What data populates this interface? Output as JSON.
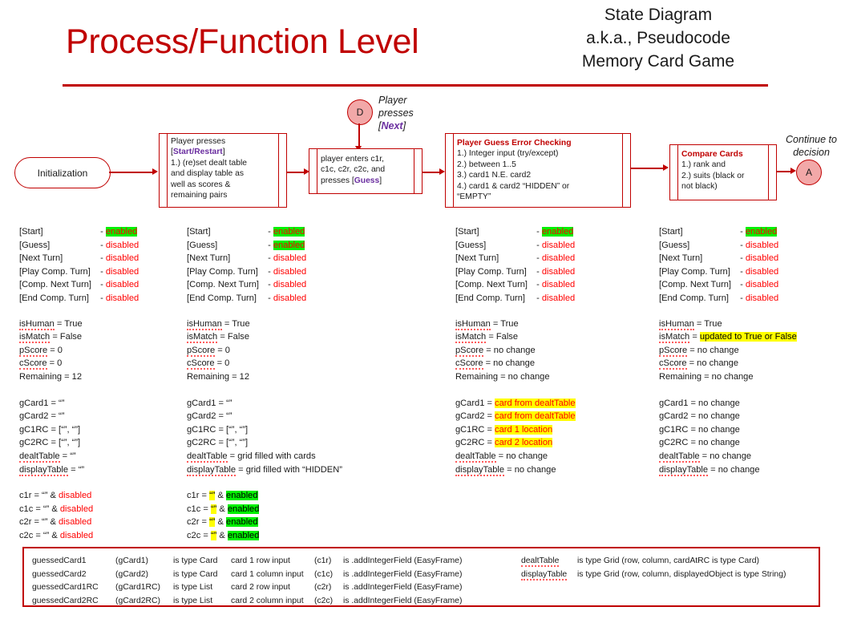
{
  "header": {
    "title": "Process/Function Level",
    "subtitle_lines": [
      "State Diagram",
      "a.k.a., Pseudocode",
      "Memory Card Game"
    ]
  },
  "colors": {
    "accent_red": "#C00000",
    "state_red": "#FF0000",
    "highlight_green": "#00F000",
    "highlight_yellow": "#FFFF00",
    "keyword_purple": "#6B2FA0",
    "connector_fill": "#F2A8A8"
  },
  "flow": {
    "start_terminator": {
      "label": "Initialization"
    },
    "connector_d": {
      "label": "D"
    },
    "connector_a": {
      "label": "A"
    },
    "note_d": {
      "line1": "Player",
      "line2": "presses",
      "line3_bracket_open": "[",
      "line3_key": "Next",
      "line3_bracket_close": "]"
    },
    "note_a": {
      "line1": "Continue to",
      "line2": "decision"
    },
    "boxes": [
      {
        "name": "start-restart-process",
        "lines": [
          {
            "text": "Player presses"
          },
          {
            "prefix": "[",
            "key": "Start/Restart",
            "suffix": "]"
          },
          {
            "text": "1.) (re)set dealt table"
          },
          {
            "text": "and display table as"
          },
          {
            "text": "well as scores &"
          },
          {
            "text": "remaining pairs"
          }
        ]
      },
      {
        "name": "player-input-process",
        "lines": [
          {
            "text": "player enters c1r,"
          },
          {
            "text": "c1c, c2r, c2c, and"
          },
          {
            "prefix": "presses [",
            "key": "Guess",
            "suffix": "]"
          }
        ]
      },
      {
        "name": "error-checking-process",
        "heading": "Player Guess Error Checking",
        "lines": [
          {
            "text": "1.) Integer input (try/except)"
          },
          {
            "text": "2.) between 1..5"
          },
          {
            "text": "3.) card1 N.E. card2"
          },
          {
            "text": "4.) card1 & card2 “HIDDEN” or"
          },
          {
            "text": "“EMPTY”"
          }
        ]
      },
      {
        "name": "compare-cards-process",
        "heading": "Compare Cards",
        "lines": [
          {
            "text": "1.) rank and"
          },
          {
            "text": "2.) suits (black or"
          },
          {
            "text": "not black)"
          }
        ]
      }
    ]
  },
  "state_columns": [
    {
      "name": "state-column-initialization",
      "buttons": [
        {
          "label": "[Start]",
          "sep": "-",
          "value": "enabled",
          "style": "green"
        },
        {
          "label": "[Guess]",
          "sep": "-",
          "value": "disabled",
          "style": "red"
        },
        {
          "label": "[Next Turn]",
          "sep": "-",
          "value": "disabled",
          "style": "red"
        },
        {
          "label": "[Play Comp. Turn]",
          "sep": "-",
          "value": "disabled",
          "style": "red"
        },
        {
          "label": "[Comp. Next Turn]",
          "sep": "-",
          "value": "disabled",
          "style": "red"
        },
        {
          "label": "[End Comp. Turn]",
          "sep": "-",
          "value": "disabled",
          "style": "red"
        }
      ],
      "vars": [
        {
          "name": "isHuman",
          "squiggle": true,
          "value": "= True"
        },
        {
          "name": "isMatch",
          "squiggle": true,
          "value": "= False"
        },
        {
          "name": "pScore",
          "squiggle": true,
          "value": "= 0"
        },
        {
          "name": "cScore",
          "squiggle": true,
          "value": "= 0"
        },
        {
          "name": "Remaining",
          "squiggle": false,
          "value": "= 12"
        }
      ],
      "cards": [
        {
          "name": "gCard1",
          "squiggle": false,
          "value": "= “”"
        },
        {
          "name": "gCard2",
          "squiggle": false,
          "value": "= “”"
        },
        {
          "name": "gC1RC",
          "squiggle": false,
          "value": "= [“”, “”]"
        },
        {
          "name": "gC2RC",
          "squiggle": false,
          "value": "= [“”, “”]"
        },
        {
          "name": "dealtTable",
          "squiggle": true,
          "value": "= “”"
        },
        {
          "name": "displayTable",
          "squiggle": true,
          "value": "= “”"
        }
      ],
      "fields": [
        {
          "name": "c1r",
          "eq": "= “” &",
          "value": "disabled",
          "style": "red"
        },
        {
          "name": "c1c",
          "eq": "= “” &",
          "value": "disabled",
          "style": "red"
        },
        {
          "name": "c2r",
          "eq": "= “” &",
          "value": "disabled",
          "style": "red"
        },
        {
          "name": "c2c",
          "eq": "= “” &",
          "value": "disabled",
          "style": "red"
        }
      ]
    },
    {
      "name": "state-column-after-start",
      "buttons": [
        {
          "label": "[Start]",
          "sep": "-",
          "value": "enabled",
          "style": "green"
        },
        {
          "label": "[Guess]",
          "sep": "-",
          "value": "enabled",
          "style": "green"
        },
        {
          "label": "[Next Turn]",
          "sep": "-",
          "value": "disabled",
          "style": "red"
        },
        {
          "label": "[Play Comp. Turn]",
          "sep": "-",
          "value": "disabled",
          "style": "red"
        },
        {
          "label": "[Comp. Next Turn]",
          "sep": "-",
          "value": "disabled",
          "style": "red"
        },
        {
          "label": "[End Comp. Turn]",
          "sep": "-",
          "value": "disabled",
          "style": "red"
        }
      ],
      "vars": [
        {
          "name": "isHuman",
          "squiggle": true,
          "value": "= True"
        },
        {
          "name": "isMatch",
          "squiggle": true,
          "value": "= False"
        },
        {
          "name": "pScore",
          "squiggle": true,
          "value": "= 0"
        },
        {
          "name": "cScore",
          "squiggle": true,
          "value": "= 0"
        },
        {
          "name": "Remaining",
          "squiggle": false,
          "value": "= 12"
        }
      ],
      "cards": [
        {
          "name": "gCard1",
          "squiggle": false,
          "value": "= “”"
        },
        {
          "name": "gCard2",
          "squiggle": false,
          "value": "= “”"
        },
        {
          "name": "gC1RC",
          "squiggle": false,
          "value": "= [“”, “”]"
        },
        {
          "name": "gC2RC",
          "squiggle": false,
          "value": "= [“”, “”]"
        },
        {
          "name": "dealtTable",
          "squiggle": true,
          "value": "= grid filled with cards"
        },
        {
          "name": "displayTable",
          "squiggle": true,
          "value": "= grid filled with “HIDDEN”"
        }
      ],
      "fields": [
        {
          "name": "c1r",
          "eq_plain": "=",
          "eq_hl": "“”",
          "amp": "&",
          "value": "enabled",
          "style": "green-yellow"
        },
        {
          "name": "c1c",
          "eq_plain": "=",
          "eq_hl": "“”",
          "amp": "&",
          "value": "enabled",
          "style": "green-yellow"
        },
        {
          "name": "c2r",
          "eq_plain": "=",
          "eq_hl": "“”",
          "amp": "&",
          "value": "enabled",
          "style": "green-yellow"
        },
        {
          "name": "c2c",
          "eq_plain": "=",
          "eq_hl": "“”",
          "amp": "&",
          "value": "enabled",
          "style": "green-yellow"
        }
      ]
    },
    {
      "name": "state-column-error-checking",
      "buttons": [
        {
          "label": "[Start]",
          "sep": "-",
          "value": "enabled",
          "style": "green"
        },
        {
          "label": "[Guess]",
          "sep": "-",
          "value": "disabled",
          "style": "red"
        },
        {
          "label": "[Next Turn]",
          "sep": "-",
          "value": "disabled",
          "style": "red"
        },
        {
          "label": "[Play Comp. Turn]",
          "sep": "-",
          "value": "disabled",
          "style": "red"
        },
        {
          "label": "[Comp. Next Turn]",
          "sep": "-",
          "value": "disabled",
          "style": "red"
        },
        {
          "label": "[End Comp. Turn]",
          "sep": "-",
          "value": "disabled",
          "style": "red"
        }
      ],
      "vars": [
        {
          "name": "isHuman",
          "squiggle": true,
          "value": "= True"
        },
        {
          "name": "isMatch",
          "squiggle": true,
          "value": "= False"
        },
        {
          "name": "pScore",
          "squiggle": true,
          "value": "= no change"
        },
        {
          "name": "cScore",
          "squiggle": true,
          "value": "= no change"
        },
        {
          "name": "Remaining",
          "squiggle": false,
          "value": "= no change"
        }
      ],
      "cards": [
        {
          "name": "gCard1",
          "squiggle": false,
          "eq": "=",
          "hl": "card from dealtTable",
          "hl_style": "yellow"
        },
        {
          "name": "gCard2",
          "squiggle": false,
          "eq": "=",
          "hl": "card from dealtTable",
          "hl_style": "yellow"
        },
        {
          "name": "gC1RC",
          "squiggle": false,
          "eq": "=",
          "hl": "card 1 location",
          "hl_style": "yellow"
        },
        {
          "name": "gC2RC",
          "squiggle": false,
          "eq": "=",
          "hl": "card 2 location",
          "hl_style": "yellow"
        },
        {
          "name": "dealtTable",
          "squiggle": true,
          "value": "= no change"
        },
        {
          "name": "displayTable",
          "squiggle": true,
          "value": "= no change"
        }
      ],
      "fields": []
    },
    {
      "name": "state-column-compare-cards",
      "buttons": [
        {
          "label": "[Start]",
          "sep": "-",
          "value": "enabled",
          "style": "green"
        },
        {
          "label": "[Guess]",
          "sep": "-",
          "value": "disabled",
          "style": "red"
        },
        {
          "label": "[Next Turn]",
          "sep": "-",
          "value": "disabled",
          "style": "red"
        },
        {
          "label": "[Play Comp. Turn]",
          "sep": "-",
          "value": "disabled",
          "style": "red"
        },
        {
          "label": "[Comp. Next Turn]",
          "sep": "-",
          "value": "disabled",
          "style": "red"
        },
        {
          "label": "[End Comp. Turn]",
          "sep": "-",
          "value": "disabled",
          "style": "red"
        }
      ],
      "vars": [
        {
          "name": "isHuman",
          "squiggle": true,
          "value": "= True"
        },
        {
          "name": "isMatch",
          "squiggle": true,
          "eq": "=",
          "hl": "updated to True or False",
          "hl_style": "yellow-black"
        },
        {
          "name": "pScore",
          "squiggle": true,
          "value": "= no change"
        },
        {
          "name": "cScore",
          "squiggle": true,
          "value": "= no change"
        },
        {
          "name": "Remaining",
          "squiggle": false,
          "value": "= no change"
        }
      ],
      "cards": [
        {
          "name": "gCard1",
          "squiggle": false,
          "value": "= no change"
        },
        {
          "name": "gCard2",
          "squiggle": false,
          "value": "= no change"
        },
        {
          "name": "gC1RC",
          "squiggle": false,
          "value": "= no change"
        },
        {
          "name": "gC2RC",
          "squiggle": false,
          "value": "= no change"
        },
        {
          "name": "dealtTable",
          "squiggle": true,
          "value": "= no change"
        },
        {
          "name": "displayTable",
          "squiggle": true,
          "value": "= no change"
        }
      ],
      "fields": []
    }
  ],
  "legend": {
    "left_rows": [
      {
        "c1": "guessedCard1",
        "c2": "(gCard1)",
        "c3": "is type Card"
      },
      {
        "c1": "guessedCard2",
        "c2": "(gCard2)",
        "c3": "is type Card"
      },
      {
        "c1": "guessedCard1RC",
        "c2": "(gCard1RC)",
        "c3": "is type List"
      },
      {
        "c1": "guessedCard2RC",
        "c2": "(gCard2RC)",
        "c3": "is type List"
      }
    ],
    "mid_rows": [
      {
        "c1": "card 1 row input",
        "c2": "(c1r)",
        "c3": "is .addIntegerField (EasyFrame)"
      },
      {
        "c1": "card 1 column input",
        "c2": "(c1c)",
        "c3": "is .addIntegerField (EasyFrame)"
      },
      {
        "c1": "card 2 row input",
        "c2": "(c2r)",
        "c3": "is .addIntegerField (EasyFrame)"
      },
      {
        "c1": "card 2 column input",
        "c2": "(c2c)",
        "c3": "is .addIntegerField (EasyFrame)"
      }
    ],
    "right_rows": [
      {
        "c1": "dealtTable",
        "c2": "is type Grid (row, column, cardAtRC is type Card)"
      },
      {
        "c1": "displayTable",
        "c2": "is type Grid (row, column, displayedObject is type String)"
      }
    ]
  }
}
